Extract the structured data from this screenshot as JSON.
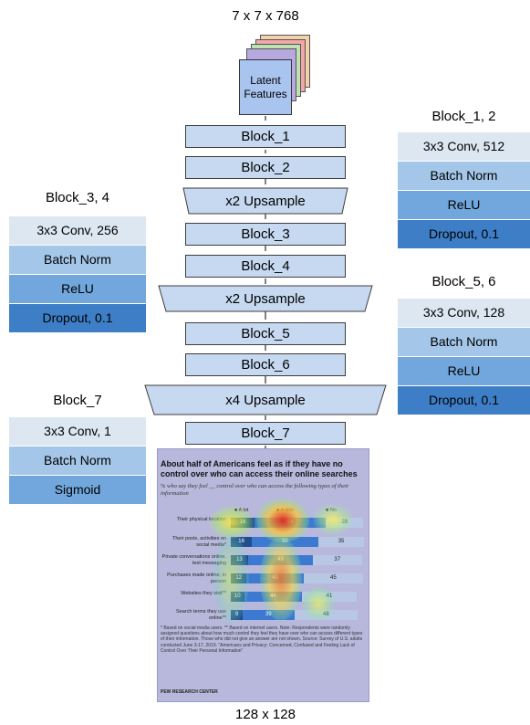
{
  "top_dim": "7 x 7 x 768",
  "latent": [
    "Latent",
    "Features"
  ],
  "blocks": [
    "Block_1",
    "Block_2",
    "Block_3",
    "Block_4",
    "Block_5",
    "Block_6",
    "Block_7"
  ],
  "upsample": [
    "x2 Upsample",
    "x2 Upsample",
    "x4 Upsample"
  ],
  "legends": [
    {
      "title": "Block_1, 2",
      "rows": [
        "3x3 Conv, 512",
        "Batch Norm",
        "ReLU",
        "Dropout, 0.1"
      ]
    },
    {
      "title": "Block_3, 4",
      "rows": [
        "3x3 Conv, 256",
        "Batch Norm",
        "ReLU",
        "Dropout, 0.1"
      ]
    },
    {
      "title": "Block_5, 6",
      "rows": [
        "3x3 Conv, 128",
        "Batch Norm",
        "ReLU",
        "Dropout, 0.1"
      ]
    },
    {
      "title": "Block_7",
      "rows": [
        "3x3 Conv, 1",
        "Batch Norm",
        "Sigmoid"
      ]
    }
  ],
  "bottom_dim": "128 x 128",
  "colors": {
    "block": "#c6d9f0",
    "row1": "#dce7f2",
    "row2": "#a4c6e8",
    "row3": "#71a7dc",
    "row4": "#3d7ec6",
    "latent": "#a9c4ee"
  },
  "output_image": {
    "title": "About half of Americans feel as if they have no control over who can access their online searches",
    "subtitle": "% who say they feel __ control over who can access the following types of their information",
    "legend": [
      "A lot",
      "A little",
      "No"
    ],
    "rows": [
      {
        "label": "Their physical location",
        "values": [
          18,
          54,
          28
        ]
      },
      {
        "label": "Their posts, activities on social media*",
        "values": [
          16,
          50,
          35
        ]
      },
      {
        "label": "Private conversations online, text messaging",
        "values": [
          13,
          49,
          37
        ]
      },
      {
        "label": "Purchases made online, in person",
        "values": [
          12,
          43,
          45
        ]
      },
      {
        "label": "Websites they visit**",
        "values": [
          10,
          44,
          41
        ]
      },
      {
        "label": "Search terms they use online**",
        "values": [
          9,
          39,
          48
        ]
      }
    ],
    "notes": "* Based on social media users. ** Based on internet users. Note: Respondents were randomly assigned questions about how much control they feel they have over who can access different types of their information. Those who did not give an answer are not shown. Source: Survey of U.S. adults conducted June 3-17, 2019. \"Americans and Privacy: Concerned, Confused and Feeling Lack of Control Over Their Personal Information\"",
    "source": "PEW RESEARCH CENTER"
  }
}
